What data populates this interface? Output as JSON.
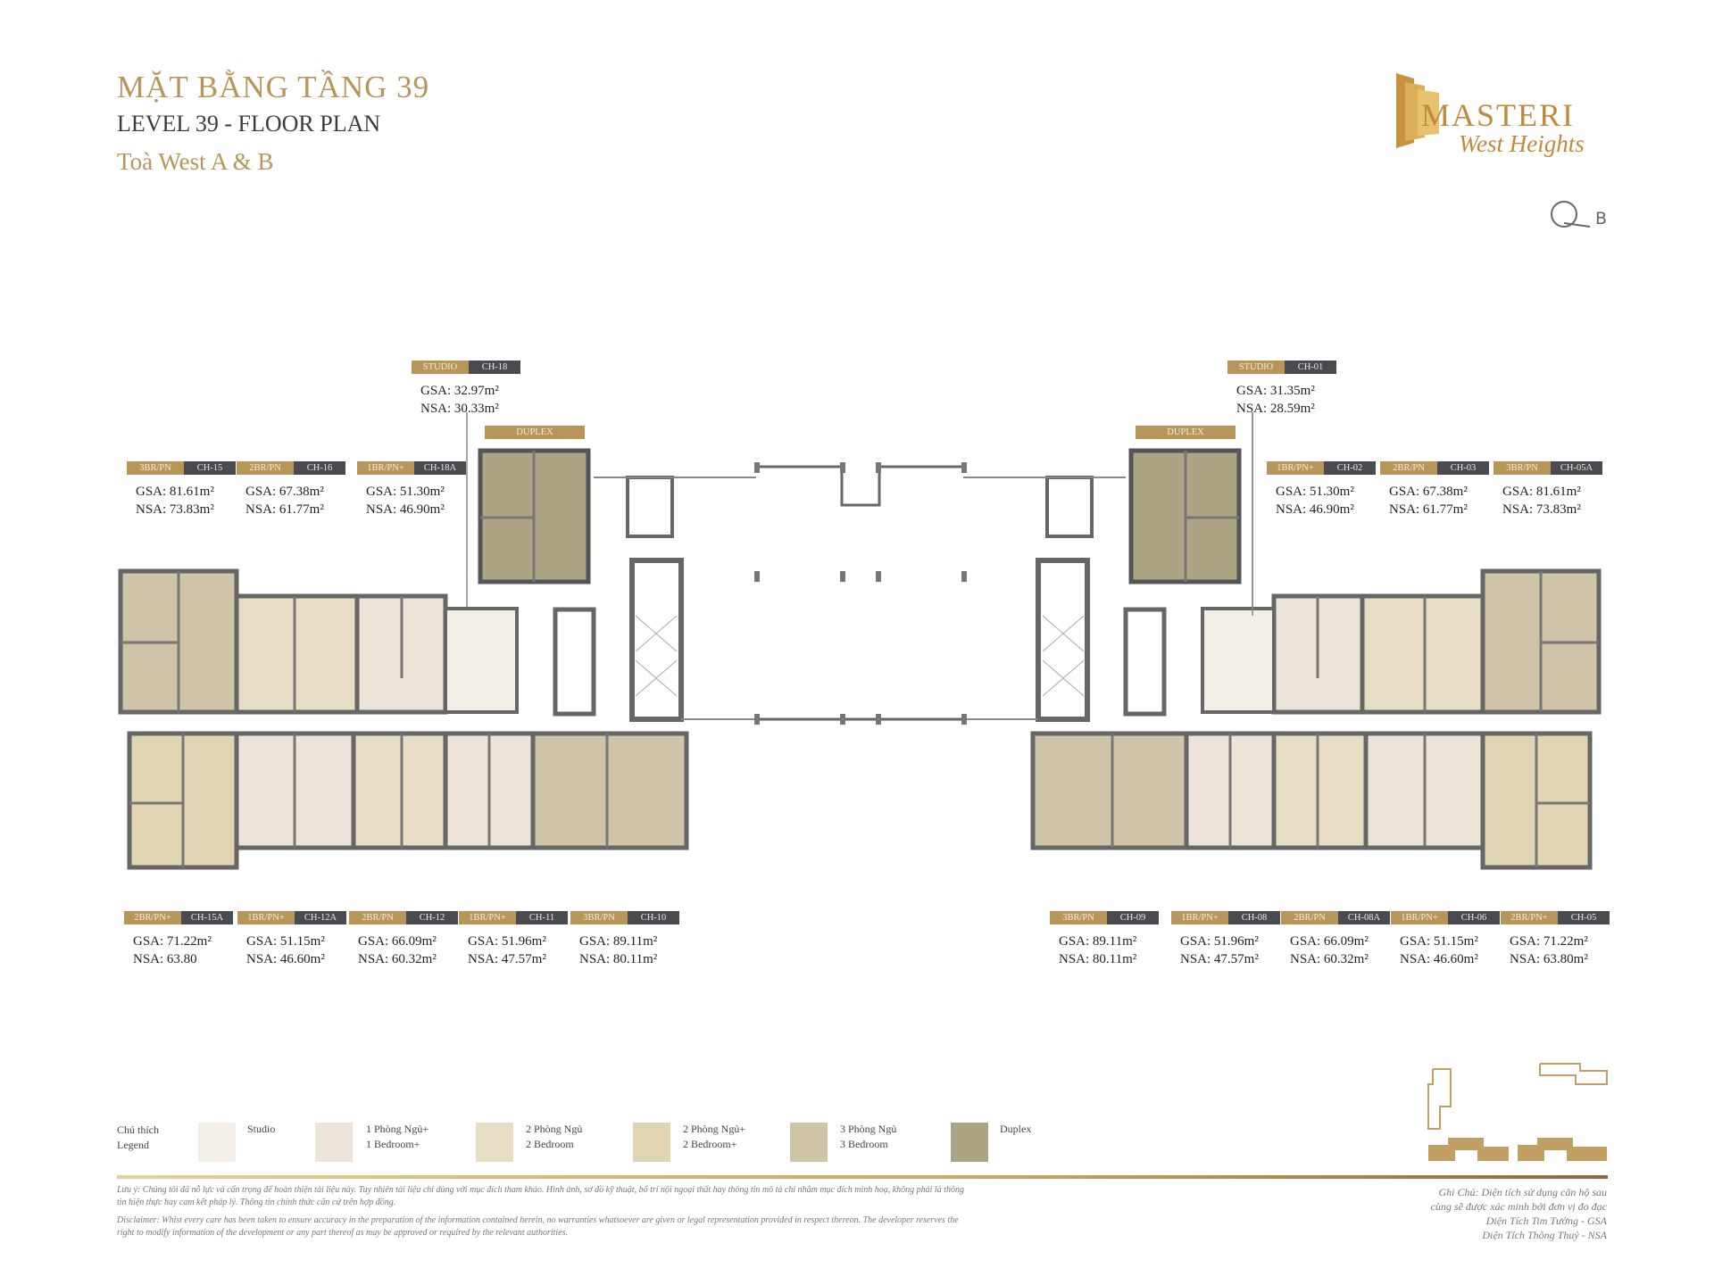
{
  "header": {
    "title_vi": "MẶT BẰNG TẦNG 39",
    "title_en": "LEVEL 39 - FLOOR PLAN",
    "subtitle": "Toà West A & B"
  },
  "logo": {
    "brand": "MASTERI",
    "sub": "West Heights"
  },
  "compass": {
    "label": "B"
  },
  "colors": {
    "gold": "#b8965a",
    "dark": "#4a4b4f",
    "studio": "#f3efe6",
    "br1plus": "#ece4d8",
    "br2": "#e7dcc4",
    "br2plus": "#e1d4b2",
    "br3": "#cfc3a8",
    "duplex": "#aca485"
  },
  "duplex_label": "DUPLEX",
  "units": [
    {
      "type": "3BR/PN",
      "id": "CH-15",
      "gsa": "GSA: 81.61m²",
      "nsa": "NSA: 73.83m²"
    },
    {
      "type": "2BR/PN",
      "id": "CH-16",
      "gsa": "GSA: 67.38m²",
      "nsa": "NSA: 61.77m²"
    },
    {
      "type": "1BR/PN+",
      "id": "CH-18A",
      "gsa": "GSA: 51.30m²",
      "nsa": "NSA: 46.90m²"
    },
    {
      "type": "STUDIO",
      "id": "CH-18",
      "gsa": "GSA: 32.97m²",
      "nsa": "NSA: 30.33m²"
    },
    {
      "type": "STUDIO",
      "id": "CH-01",
      "gsa": "GSA: 31.35m²",
      "nsa": "NSA: 28.59m²"
    },
    {
      "type": "1BR/PN+",
      "id": "CH-02",
      "gsa": "GSA: 51.30m²",
      "nsa": "NSA: 46.90m²"
    },
    {
      "type": "2BR/PN",
      "id": "CH-03",
      "gsa": "GSA: 67.38m²",
      "nsa": "NSA: 61.77m²"
    },
    {
      "type": "3BR/PN",
      "id": "CH-05A",
      "gsa": "GSA: 81.61m²",
      "nsa": "NSA: 73.83m²"
    },
    {
      "type": "2BR/PN+",
      "id": "CH-15A",
      "gsa": "GSA: 71.22m²",
      "nsa": "NSA: 63.80"
    },
    {
      "type": "1BR/PN+",
      "id": "CH-12A",
      "gsa": "GSA: 51.15m²",
      "nsa": "NSA: 46.60m²"
    },
    {
      "type": "2BR/PN",
      "id": "CH-12",
      "gsa": "GSA: 66.09m²",
      "nsa": "NSA: 60.32m²"
    },
    {
      "type": "1BR/PN+",
      "id": "CH-11",
      "gsa": "GSA: 51.96m²",
      "nsa": "NSA: 47.57m²"
    },
    {
      "type": "3BR/PN",
      "id": "CH-10",
      "gsa": "GSA: 89.11m²",
      "nsa": "NSA: 80.11m²"
    },
    {
      "type": "3BR/PN",
      "id": "CH-09",
      "gsa": "GSA: 89.11m²",
      "nsa": "NSA: 80.11m²"
    },
    {
      "type": "1BR/PN+",
      "id": "CH-08",
      "gsa": "GSA: 51.96m²",
      "nsa": "NSA: 47.57m²"
    },
    {
      "type": "2BR/PN",
      "id": "CH-08A",
      "gsa": "GSA: 66.09m²",
      "nsa": "NSA: 60.32m²"
    },
    {
      "type": "1BR/PN+",
      "id": "CH-06",
      "gsa": "GSA: 51.15m²",
      "nsa": "NSA: 46.60m²"
    },
    {
      "type": "2BR/PN+",
      "id": "CH-05",
      "gsa": "GSA: 71.22m²",
      "nsa": "NSA: 63.80m²"
    }
  ],
  "legend": {
    "title_vi": "Chú thích",
    "title_en": "Legend",
    "items": [
      {
        "vi": "Studio",
        "en": ""
      },
      {
        "vi": "1 Phòng Ngủ+",
        "en": "1 Bedroom+"
      },
      {
        "vi": "2 Phòng Ngủ",
        "en": "2 Bedroom"
      },
      {
        "vi": "2 Phòng Ngủ+",
        "en": "2 Bedroom+"
      },
      {
        "vi": "3 Phòng Ngủ",
        "en": "3 Bedroom"
      },
      {
        "vi": "Duplex",
        "en": ""
      }
    ]
  },
  "footer": {
    "note_vi": "Lưu ý: Chúng tôi đã nỗ lực và cẩn trọng để hoàn thiện tài liệu này. Tuy nhiên tài liệu chỉ dùng với mục đích tham khảo. Hình ảnh, sơ đồ kỹ thuật, bố trí nội ngoại thất hay thông tin mô tả chỉ nhằm mục đích minh hoạ, không phải là thông tin hiện thực hay cam kết pháp lý. Thông tin chính thức căn cứ trên hợp đồng.",
    "disclaimer_en": "Disclaimer: Whist every care has been taken to ensure accuracy in the preparation of the information contained herein, no warranties whatsoever are given or legal representation provided in respect thereon. The developer reserves the right to modify information of the development or any part thereof as may be approved or required by the relevant authorities.",
    "ghi_chu_1": "Ghi Chú: Diện tích sử dụng căn hộ sau",
    "ghi_chu_2": "cùng sẽ được xác minh bởi đơn vị đo đạc",
    "gsa_note": "Diện Tích Tim Tường - GSA",
    "nsa_note": "Diện Tích Thông Thuỷ - NSA"
  }
}
